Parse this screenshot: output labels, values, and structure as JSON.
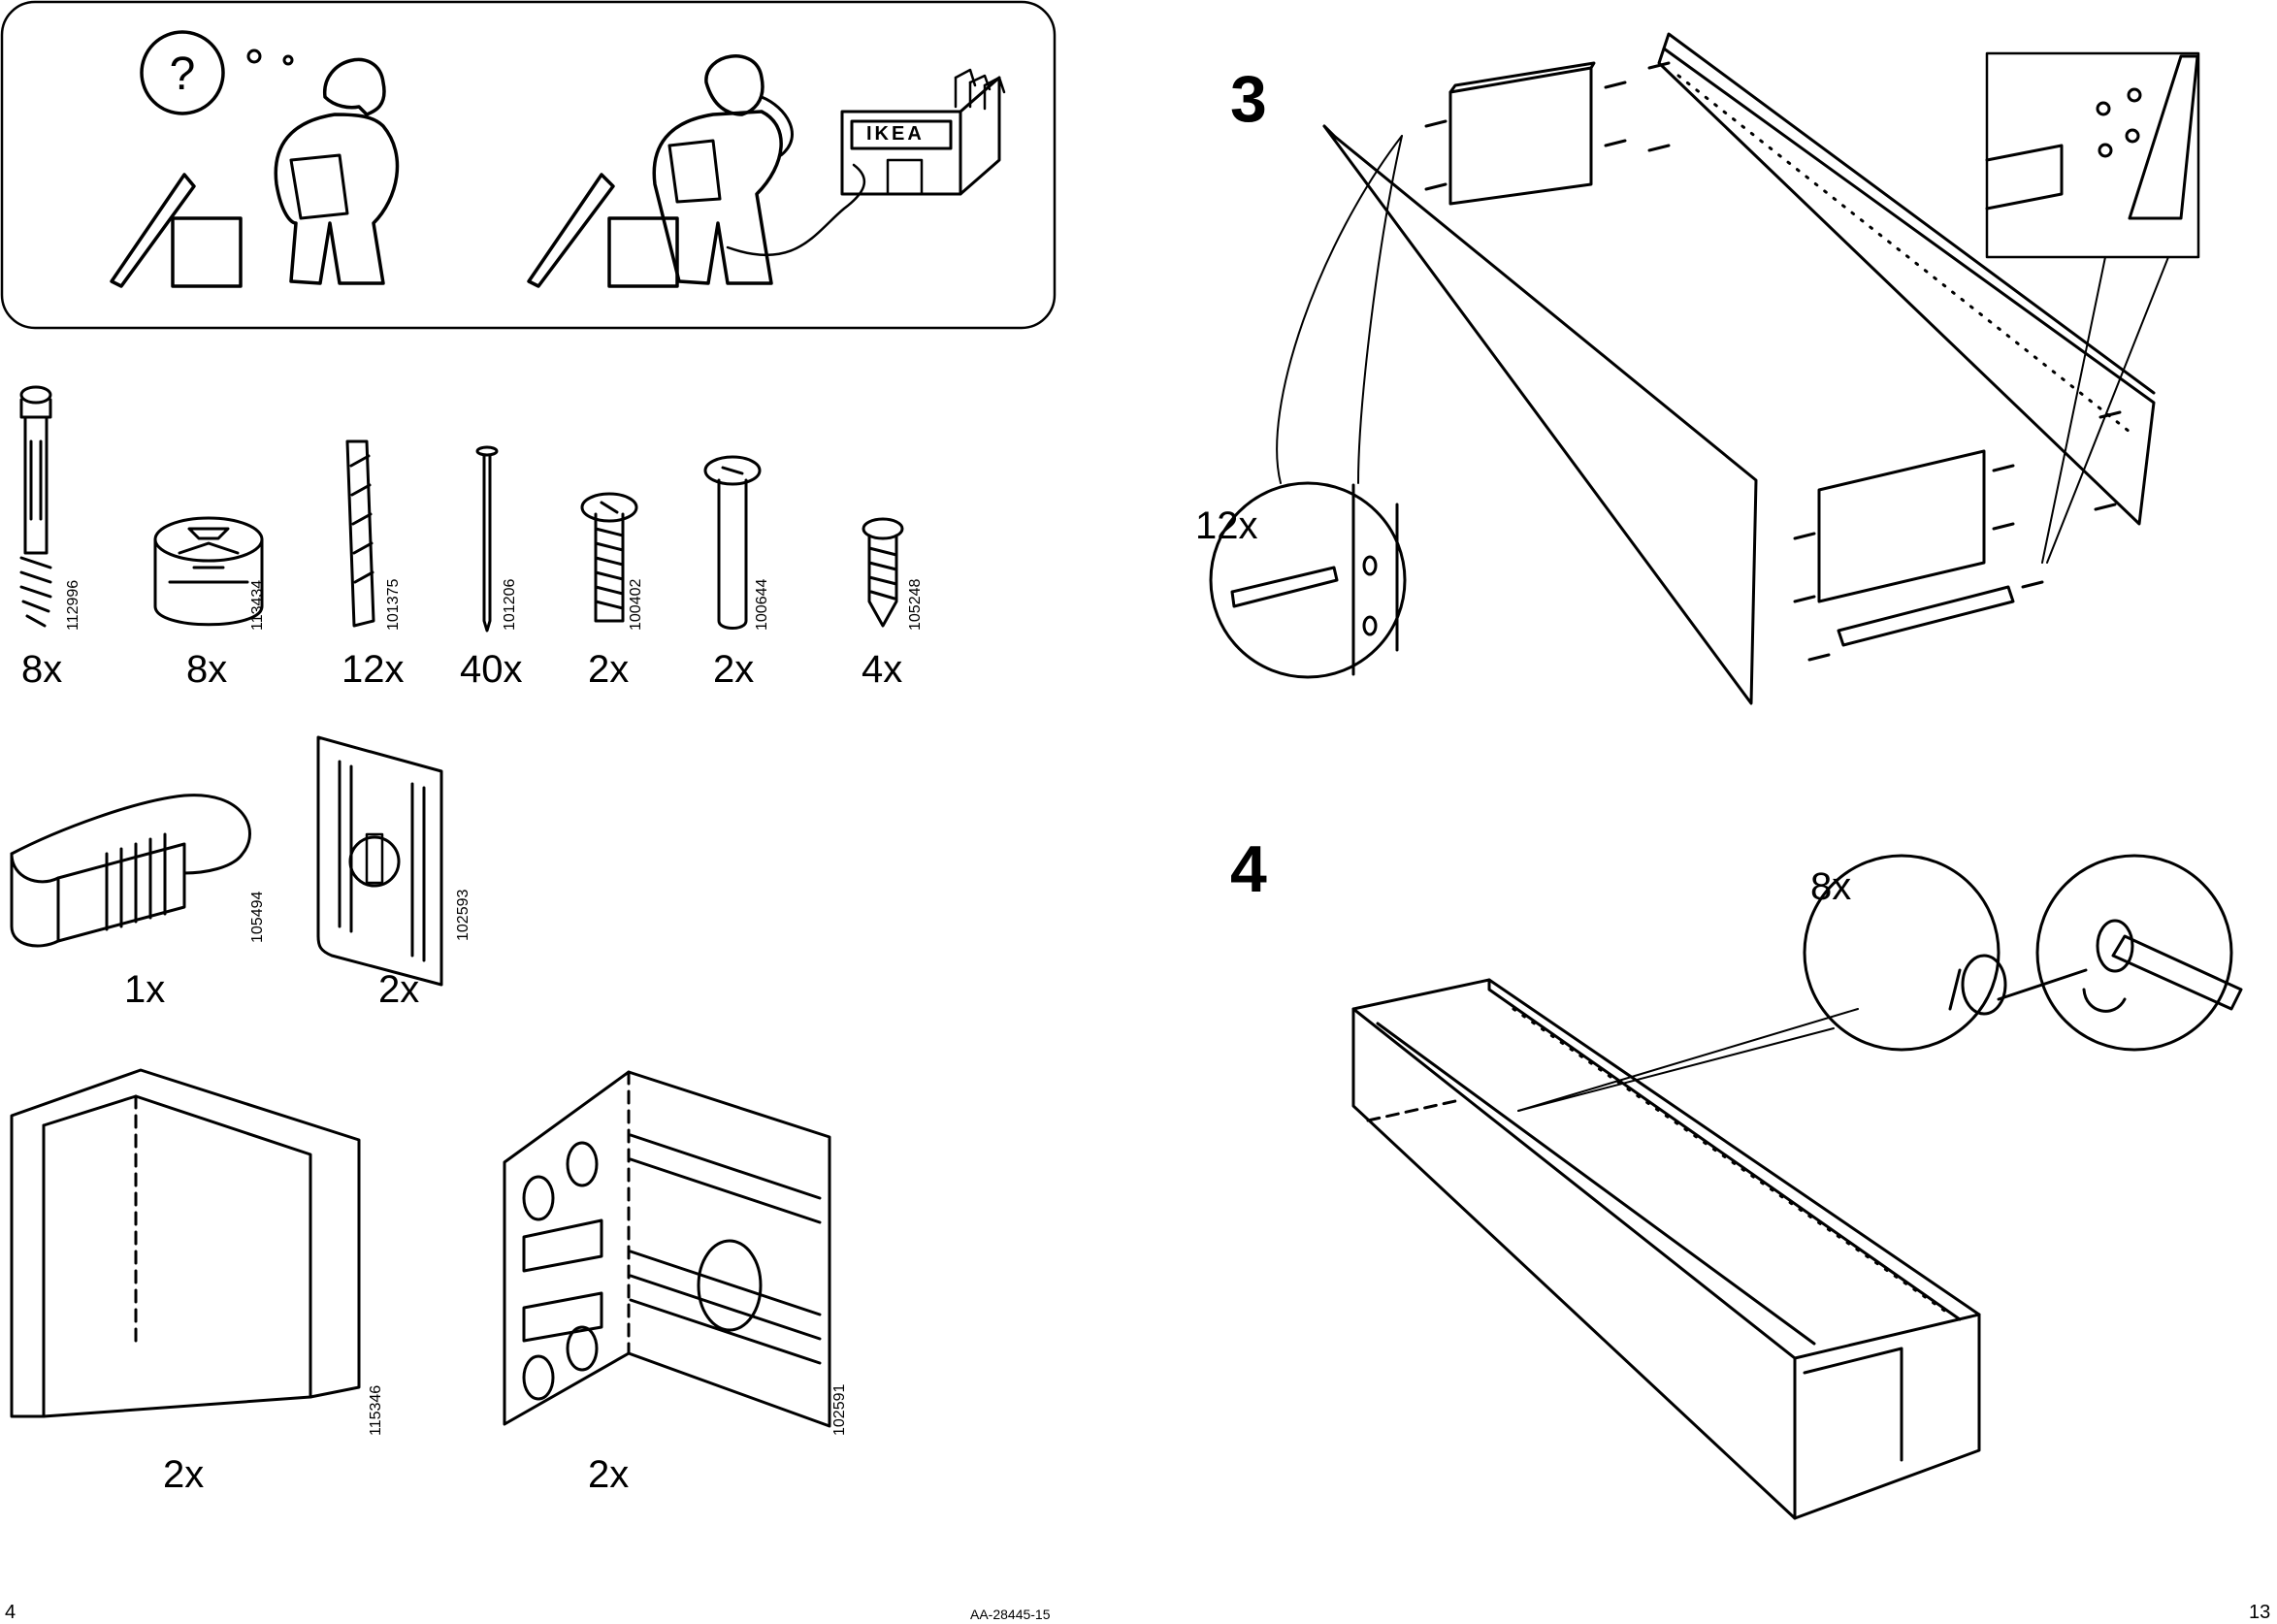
{
  "header_panel": {
    "store_sign": "IKEA"
  },
  "hardware": [
    {
      "code": "112996",
      "qty": "8x"
    },
    {
      "code": "113434",
      "qty": "8x"
    },
    {
      "code": "101375",
      "qty": "12x"
    },
    {
      "code": "101206",
      "qty": "40x"
    },
    {
      "code": "100402",
      "qty": "2x"
    },
    {
      "code": "100644",
      "qty": "2x"
    },
    {
      "code": "105248",
      "qty": "4x"
    }
  ],
  "hardware_row2": [
    {
      "code": "105494",
      "qty": "1x"
    },
    {
      "code": "102593",
      "qty": "2x"
    }
  ],
  "hardware_row3": [
    {
      "code": "115346",
      "qty": "2x"
    },
    {
      "code": "102591",
      "qty": "2x"
    }
  ],
  "steps": [
    {
      "number": "3",
      "callout_qty": "12x"
    },
    {
      "number": "4",
      "callout_qty": "8x"
    }
  ],
  "footer": {
    "left_page": "4",
    "doc_code": "AA-28445-15",
    "right_page": "13"
  }
}
